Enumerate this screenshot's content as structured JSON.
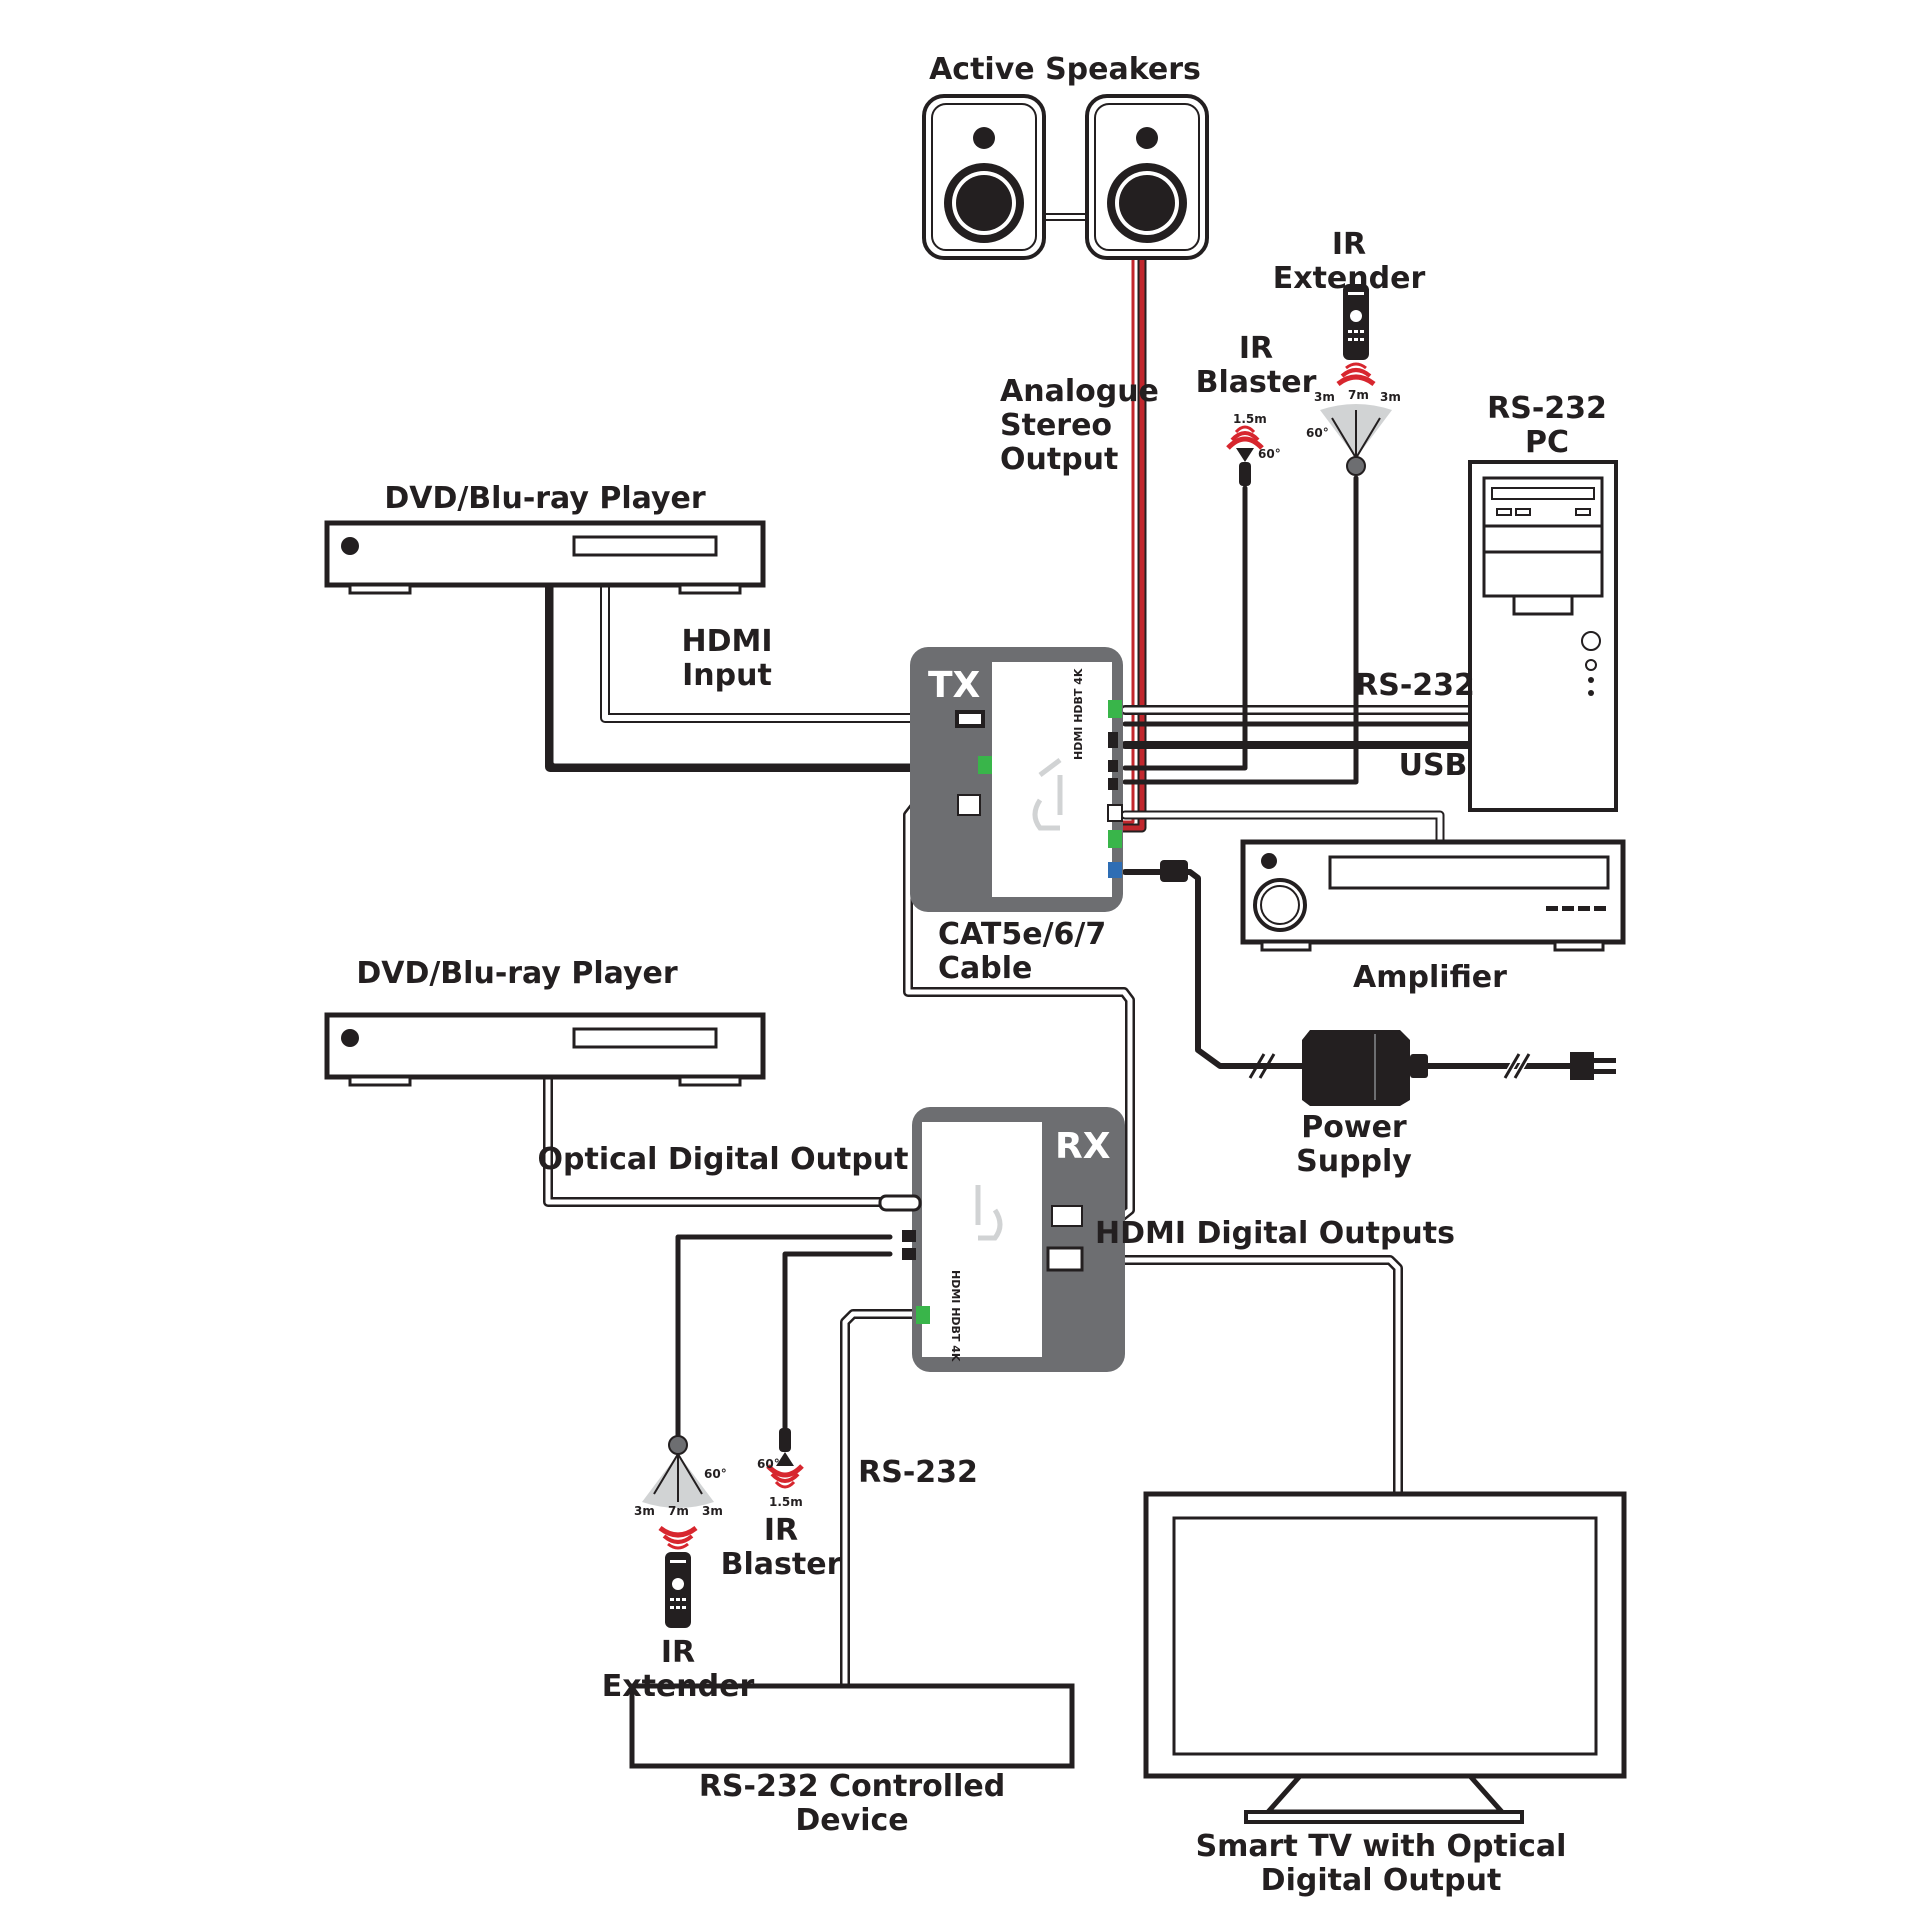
{
  "labels": {
    "active_speakers": "Active Speakers",
    "ir_extender_top_1": "IR",
    "ir_extender_top_2": "Extender",
    "ir_blaster_top_1": "IR",
    "ir_blaster_top_2": "Blaster",
    "analogue_1": "Analogue",
    "analogue_2": "Stereo",
    "analogue_3": "Output",
    "rs232_pc_1": "RS-232",
    "rs232_pc_2": "PC",
    "dvd_top": "DVD/Blu-ray Player",
    "hdmi_input_1": "HDMI",
    "hdmi_input_2": "Input",
    "tx": "TX",
    "rs232_link": "RS-232",
    "usb": "USB",
    "cat_1": "CAT5e/6/7",
    "cat_2": "Cable",
    "amplifier": "Amplifier",
    "dvd_bottom": "DVD/Blu-ray Player",
    "power_1": "Power",
    "power_2": "Supply",
    "optical": "Optical Digital Output",
    "rx": "RX",
    "hdmi_outputs": "HDMI Digital Outputs",
    "rs232_rx": "RS-232",
    "ir_blaster_bottom_1": "IR",
    "ir_blaster_bottom_2": "Blaster",
    "ir_extender_bottom_1": "IR",
    "ir_extender_bottom_2": "Extender",
    "rs232_device_1": "RS-232 Controlled",
    "rs232_device_2": "Device",
    "smart_tv_1": "Smart TV with Optical",
    "smart_tv_2": "Digital Output"
  },
  "range_marks": {
    "ext_top_left": "3m",
    "ext_top_mid": "7m",
    "ext_top_right": "3m",
    "ext_top_angle": "60°",
    "blaster_top_dist": "1.5m",
    "blaster_top_angle": "60°",
    "blaster_bottom_angle": "60°",
    "blaster_bottom_dist": "1.5m",
    "ext_bottom_angle": "60°",
    "ext_bottom_left": "3m",
    "ext_bottom_mid": "7m",
    "ext_bottom_right": "3m"
  },
  "colors": {
    "outline": "#231f20",
    "device_gray": "#6d6e71",
    "audio_red": "#c1272d",
    "ir_red": "#d7262e",
    "terminal_green": "#39b54a",
    "terminal_blue": "#2e6db4"
  }
}
